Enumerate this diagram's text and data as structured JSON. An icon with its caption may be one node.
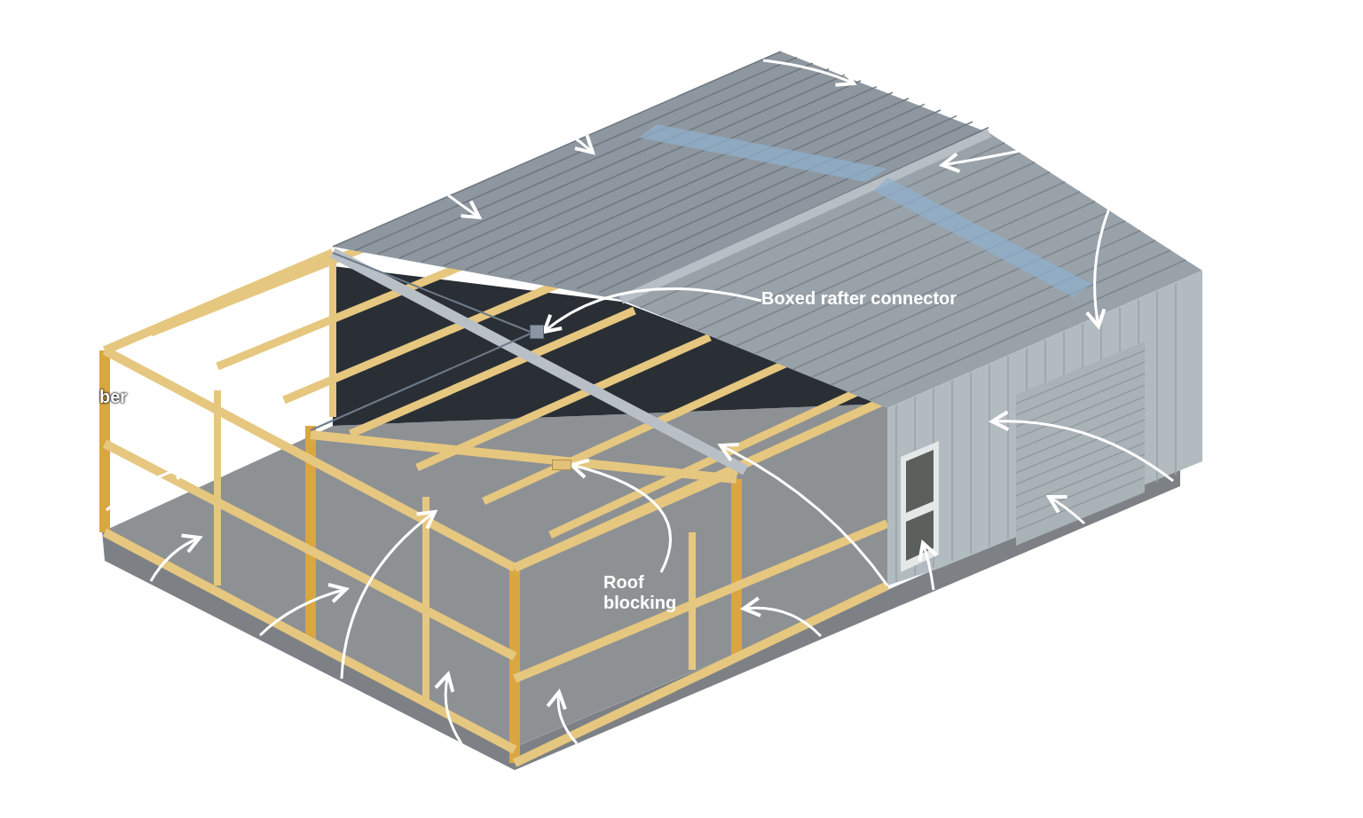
{
  "diagram": {
    "nodes": [
      {
        "text": [
          "Boxed rafter connector"
        ]
      },
      {
        "text": [],
        "shape": "box"
      },
      {
        "text": [
          "Roof blocking"
        ]
      },
      {
        "text": [],
        "shape": "bar"
      }
    ],
    "edges": [
      {
        "from": 0,
        "to": 1,
        "arrow": "to"
      },
      {
        "from": 2,
        "to": 3,
        "arrow": "to"
      }
    ],
    "labels": [
      "ber"
    ]
  }
}
